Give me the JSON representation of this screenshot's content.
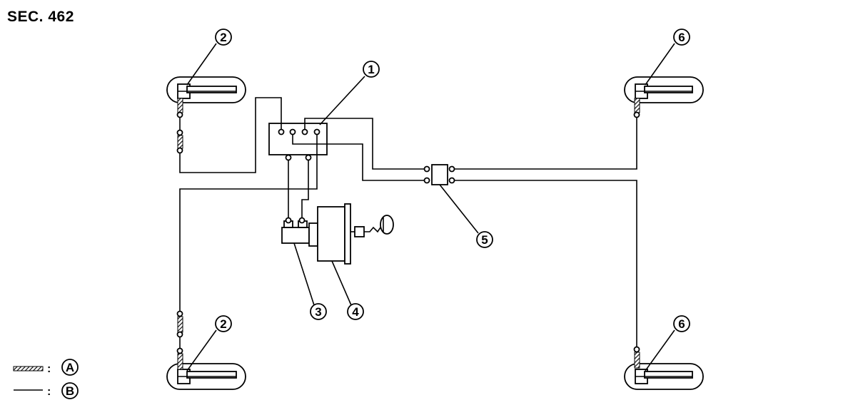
{
  "title": "SEC. 462",
  "callouts": {
    "c1": "1",
    "c2_top": "2",
    "c2_bottom": "2",
    "c3": "3",
    "c4": "4",
    "c5": "5",
    "c6_top": "6",
    "c6_bottom": "6"
  },
  "legend": {
    "separator_a": ":",
    "label_a": "A",
    "separator_b": ":",
    "label_b": "B"
  }
}
